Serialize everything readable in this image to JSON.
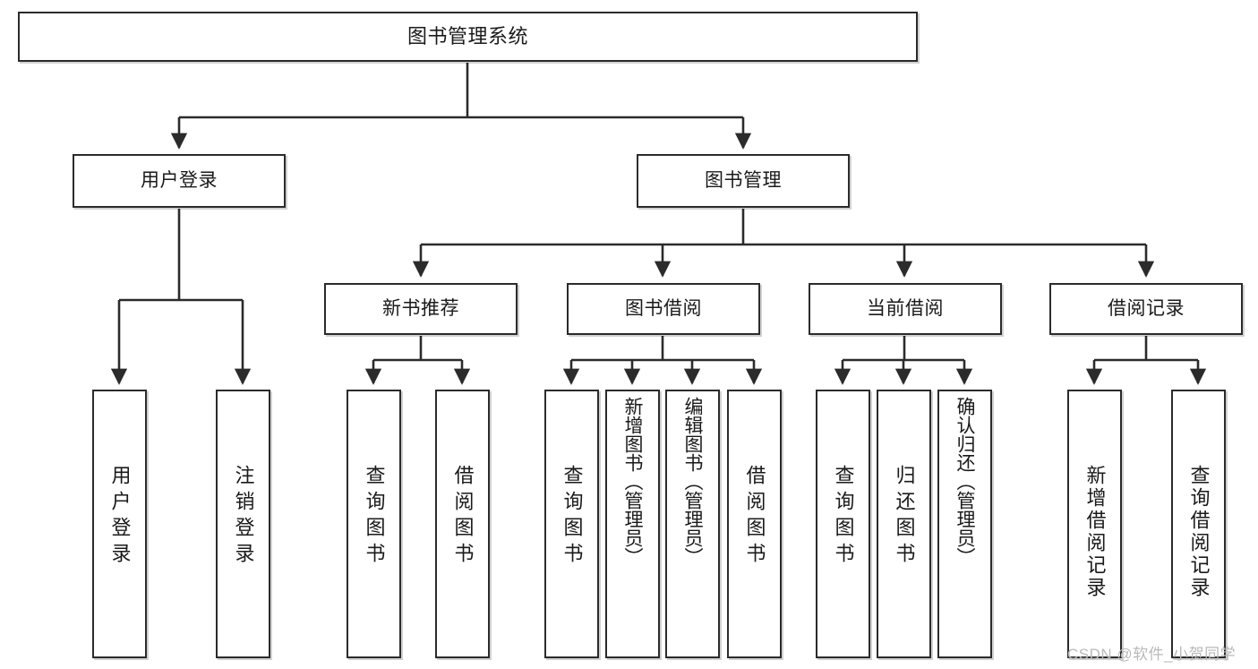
{
  "diagram": {
    "type": "tree-hierarchy",
    "title": "图书管理系统",
    "root": {
      "label": "图书管理系统"
    },
    "level2": [
      {
        "id": "user-login",
        "label": "用户登录"
      },
      {
        "id": "book-management",
        "label": "图书管理"
      }
    ],
    "level3": [
      {
        "id": "new-book-recommend",
        "label": "新书推荐",
        "parent": "book-management"
      },
      {
        "id": "book-borrow",
        "label": "图书借阅",
        "parent": "book-management"
      },
      {
        "id": "current-borrow",
        "label": "当前借阅",
        "parent": "book-management"
      },
      {
        "id": "borrow-record",
        "label": "借阅记录",
        "parent": "book-management"
      }
    ],
    "leaves": [
      {
        "id": "leaf-user-login",
        "label": "用户登录",
        "parent": "user-login"
      },
      {
        "id": "leaf-user-logout",
        "label": "注销登录",
        "parent": "user-login"
      },
      {
        "id": "leaf-query-book-1",
        "label": "查询图书",
        "parent": "new-book-recommend"
      },
      {
        "id": "leaf-borrow-book-1",
        "label": "借阅图书",
        "parent": "new-book-recommend"
      },
      {
        "id": "leaf-query-book-2",
        "label": "查询图书",
        "parent": "book-borrow"
      },
      {
        "id": "leaf-add-book",
        "label": "新增图书（管理员）",
        "parent": "book-borrow"
      },
      {
        "id": "leaf-edit-book",
        "label": "编辑图书（管理员）",
        "parent": "book-borrow"
      },
      {
        "id": "leaf-borrow-book-2",
        "label": "借阅图书",
        "parent": "book-borrow"
      },
      {
        "id": "leaf-query-book-3",
        "label": "查询图书",
        "parent": "current-borrow"
      },
      {
        "id": "leaf-return-book",
        "label": "归还图书",
        "parent": "current-borrow"
      },
      {
        "id": "leaf-confirm-return",
        "label": "确认归还（管理员）",
        "parent": "current-borrow"
      },
      {
        "id": "leaf-add-record",
        "label": "新增借阅记录",
        "parent": "borrow-record"
      },
      {
        "id": "leaf-query-record",
        "label": "查询借阅记录",
        "parent": "borrow-record"
      }
    ],
    "watermark": "CSDN @软件_小贺同学",
    "colors": {
      "box_border": "#2b2b2b",
      "box_fill": "#ffffff",
      "edge": "#2b2b2b",
      "text": "#1a1a1a",
      "watermark": "#b9b9b9",
      "background": "#ffffff"
    }
  }
}
